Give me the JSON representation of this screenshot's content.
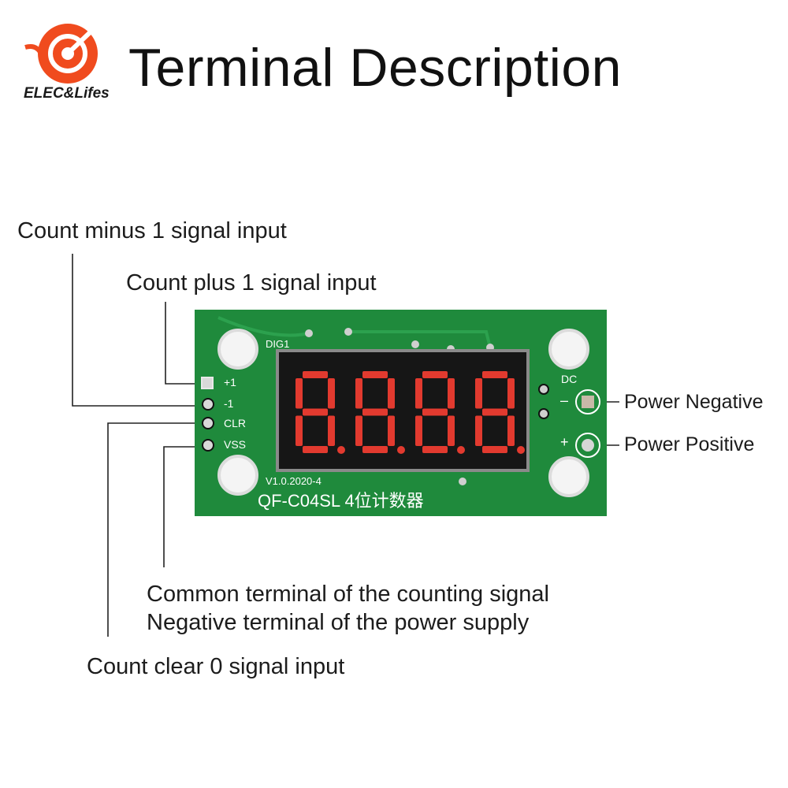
{
  "header": {
    "title": "Terminal Description",
    "brand": "ELEC&Lifes",
    "brand_color": "#f04b1e"
  },
  "board": {
    "model_label": "QF-C04SL 4位计数器",
    "version_label": "V1.0.2020-4",
    "dig_label": "DIG1",
    "dc_label": "DC",
    "pin_labels": [
      "+1",
      "-1",
      "CLR",
      "VSS"
    ],
    "minus_sign": "–",
    "plus_sign": "+",
    "display_digits": "8888",
    "pcb_color": "#1f8a3c",
    "display_color": "#1a1a1a",
    "segment_color": "#e23a2f"
  },
  "callouts": {
    "count_minus": "Count minus 1 signal input",
    "count_plus": "Count plus 1 signal input",
    "power_negative": "Power Negative",
    "power_positive": "Power Positive",
    "common_line1": "Common terminal of the counting signal",
    "common_line2": "Negative terminal of the power supply",
    "count_clear": "Count clear 0 signal input"
  }
}
